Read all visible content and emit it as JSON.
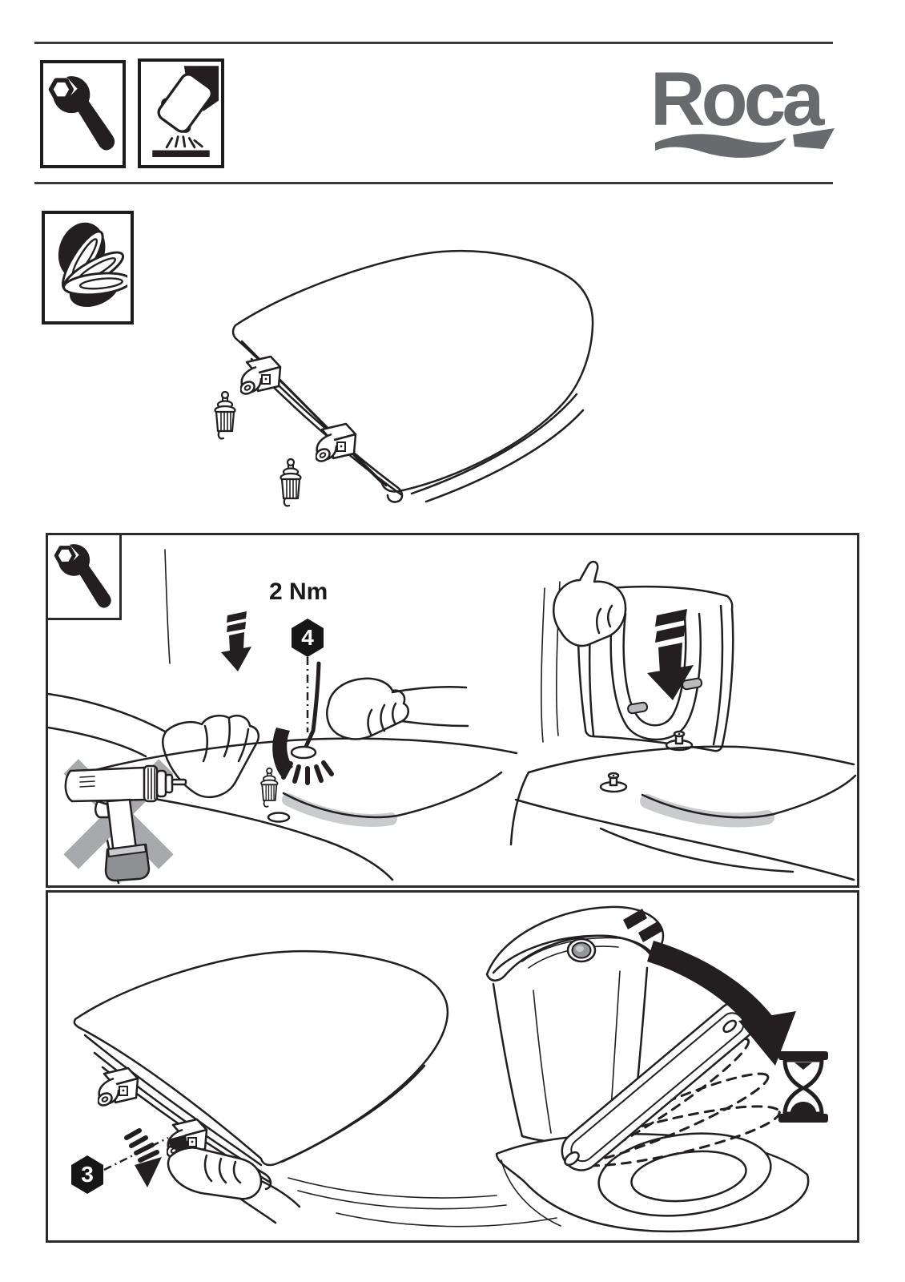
{
  "page": {
    "background": "#ffffff",
    "ink": "#231f20",
    "border_dark": "#1c1c1c",
    "brand_gray": "#696a6d",
    "shade_gray": "#c9cbcd",
    "mid_gray": "#95979a",
    "prohibit_gray": "#a7a9ac"
  },
  "header": {
    "logo_text": "Roca",
    "icons": [
      {
        "name": "wrench-icon"
      },
      {
        "name": "clean-dry-surface-icon"
      }
    ]
  },
  "overview": {
    "type_icon": "soft-close-seat-icon",
    "illustration": "seat-lid-hinges-and-expansion-bolts"
  },
  "install_panel": {
    "corner_icon": "wrench-icon",
    "torque_label": "2 Nm",
    "step_badge": "4",
    "pictograms": [
      "press-down-arrow",
      "no-power-drill",
      "hex-key-torque",
      "lower-seat-arrow"
    ]
  },
  "close_panel": {
    "step_badge": "3",
    "pictograms": [
      "press-latch-arrow",
      "soft-close-sequence",
      "hourglass-wait"
    ]
  }
}
